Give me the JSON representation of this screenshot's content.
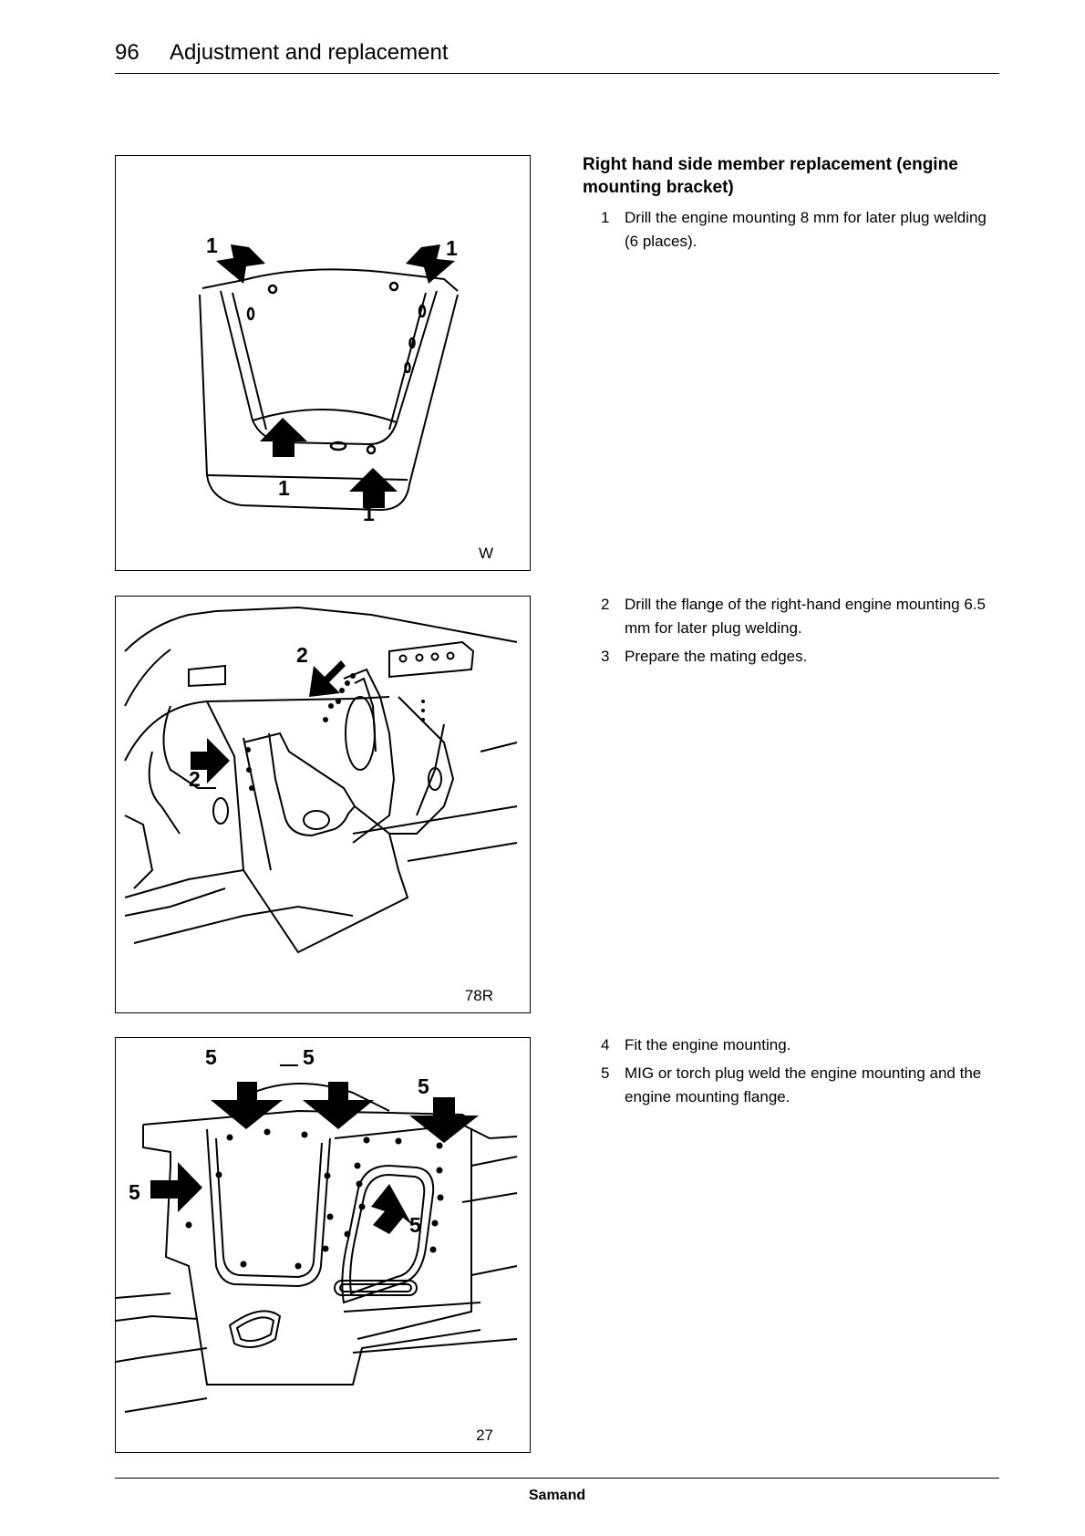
{
  "header": {
    "page_number": "96",
    "title": "Adjustment and replacement"
  },
  "section": {
    "title": "Right hand side member replacement (engine mounting bracket)"
  },
  "figures": [
    {
      "code": "W",
      "callouts": [
        "1",
        "1",
        "1",
        "1"
      ]
    },
    {
      "code": "78R",
      "callouts": [
        "2",
        "2"
      ]
    },
    {
      "code": "27",
      "callouts": [
        "5",
        "5",
        "5",
        "5",
        "5"
      ]
    }
  ],
  "steps": [
    {
      "number": "1",
      "text": "Drill the engine mounting 8 mm for later plug welding (6 places)."
    },
    {
      "number": "2",
      "text": "Drill the flange of the right-hand engine mounting 6.5 mm for later plug welding."
    },
    {
      "number": "3",
      "text": "Prepare the mating edges."
    },
    {
      "number": "4",
      "text": "Fit the engine mounting."
    },
    {
      "number": "5",
      "text": "MIG or torch plug weld the engine mounting and the engine mounting flange."
    }
  ],
  "footer": {
    "brand": "Samand"
  }
}
